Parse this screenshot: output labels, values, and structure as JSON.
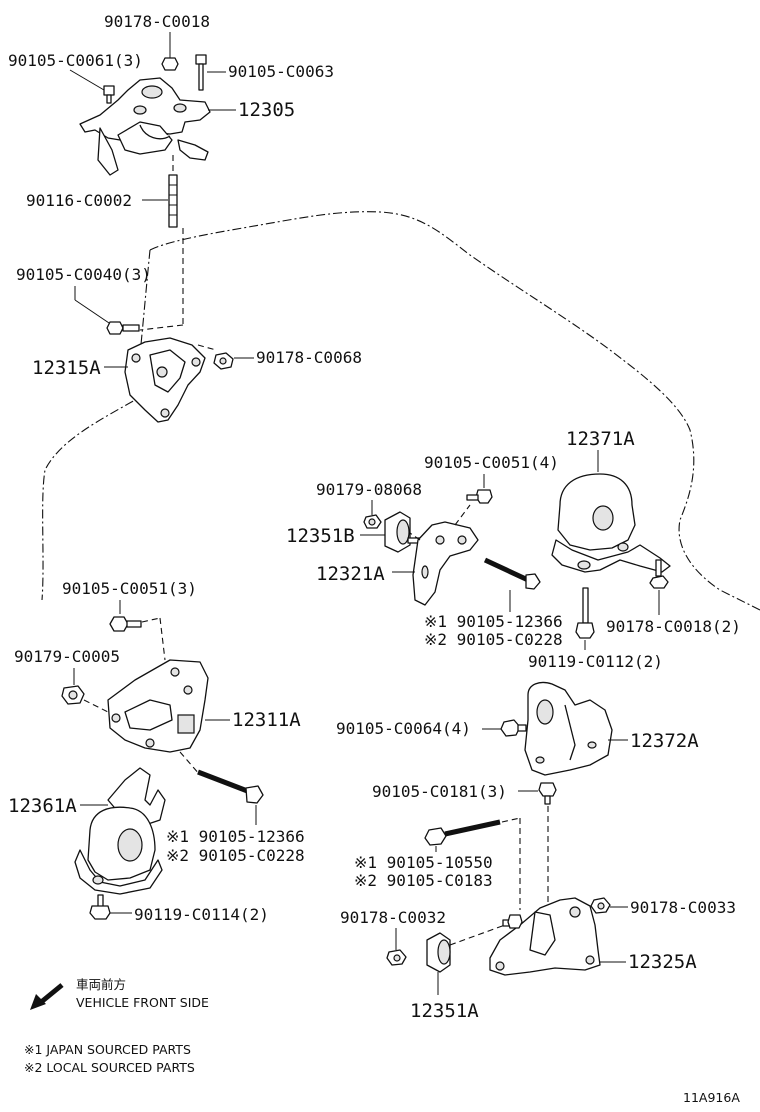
{
  "diagram_code": "11A916A",
  "legend": {
    "direction_jp": "車両前方",
    "direction_en": "VEHICLE FRONT SIDE",
    "note1": "※1 JAPAN SOURCED PARTS",
    "note2": "※2 LOCAL SOURCED PARTS"
  },
  "labels": {
    "p_90178_C0018_top": "90178-C0018",
    "p_90105_C0061": "90105-C0061(3)",
    "p_90105_C0063": "90105-C0063",
    "p_12305": "12305",
    "p_90116_C0002": "90116-C0002",
    "p_90105_C0040": "90105-C0040(3)",
    "p_12315A": "12315A",
    "p_90178_C0068": "90178-C0068",
    "p_12371A": "12371A",
    "p_90105_C0051_4": "90105-C0051(4)",
    "p_90179_08068": "90179-08068",
    "p_12351B": "12351B",
    "p_12321A": "12321A",
    "p_90105_12366_r": "※1 90105-12366",
    "p_90105_C0228_r": "※2 90105-C0228",
    "p_90178_C0018_2": "90178-C0018(2)",
    "p_90119_C0112": "90119-C0112(2)",
    "p_90105_C0051_3": "90105-C0051(3)",
    "p_90179_C0005": "90179-C0005",
    "p_12311A": "12311A",
    "p_12361A": "12361A",
    "p_90105_12366_l": "※1 90105-12366",
    "p_90105_C0228_l": "※2 90105-C0228",
    "p_90119_C0114": "90119-C0114(2)",
    "p_90105_C0064": "90105-C0064(4)",
    "p_12372A": "12372A",
    "p_90105_C0181": "90105-C0181(3)",
    "p_90105_10550": "※1 90105-10550",
    "p_90105_C0183": "※2 90105-C0183",
    "p_90178_C0032": "90178-C0032",
    "p_90178_C0033": "90178-C0033",
    "p_12325A": "12325A",
    "p_12351A": "12351A"
  }
}
